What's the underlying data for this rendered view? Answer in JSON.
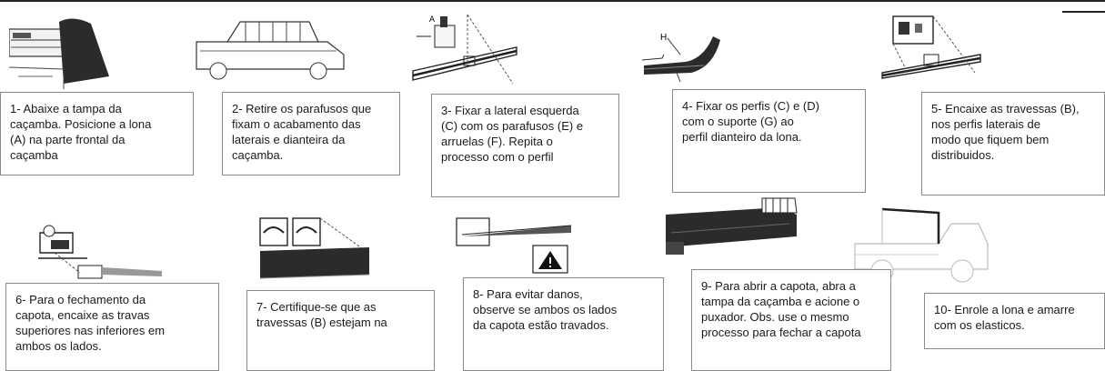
{
  "colors": {
    "ink": "#1a1a1a",
    "box_border": "#8a8a8a",
    "cover": "#2b2b2b"
  },
  "steps": [
    {
      "text": "1- Abaixe a tampa da\ncaçamba. Posicione a lona\n(A) na parte frontal da\ncaçamba",
      "illustration": "tailgate-lowered-cover-positioned"
    },
    {
      "text": "2- Retire os parafusos que\nfixam o acabamento das\nlaterais e dianteira da\ncaçamba.",
      "illustration": "pickup-bed-trim-screws"
    },
    {
      "text": "3- Fixar a lateral esquerda\n(C) com os parafusos (E) e\narruelas (F). Repita o\nprocesso com o perfil",
      "illustration": "side-rail-screws-washers"
    },
    {
      "text": "4- Fixar os perfis (C) e (D)\ncom o suporte (G) ao\nperfil dianteiro da lona.",
      "illustration": "profile-bracket-front"
    },
    {
      "text": "5- Encaixe as travessas (B),\nnos perfis laterais de\nmodo que fiquem bem\ndistribuidos.",
      "illustration": "crossbars-in-side-rails"
    },
    {
      "text": "6- Para o fechamento da\ncapota, encaixe as travas\nsuperiores nas inferiores em\nambos os lados.",
      "illustration": "upper-latch-into-lower"
    },
    {
      "text": "7- Certifique-se que as\ntravessas (B) estejam na",
      "illustration": "crossbars-check"
    },
    {
      "text": "8- Para evitar danos,\nobserve se ambos os lados\nda capota estão travados.",
      "illustration": "warning-both-sides-latched"
    },
    {
      "text": "9- Para abrir a capota, abra a\ntampa da caçamba e acione o\npuxador. Obs. use o mesmo\nprocesso para fechar a capota",
      "illustration": "closed-cover-pull-handle"
    },
    {
      "text": "10- Enrole a lona e amarre\ncom os elasticos.",
      "illustration": "roll-up-cover-elastic-straps"
    }
  ],
  "labels": {
    "step4_callout": "H",
    "step3_callout": "A"
  }
}
